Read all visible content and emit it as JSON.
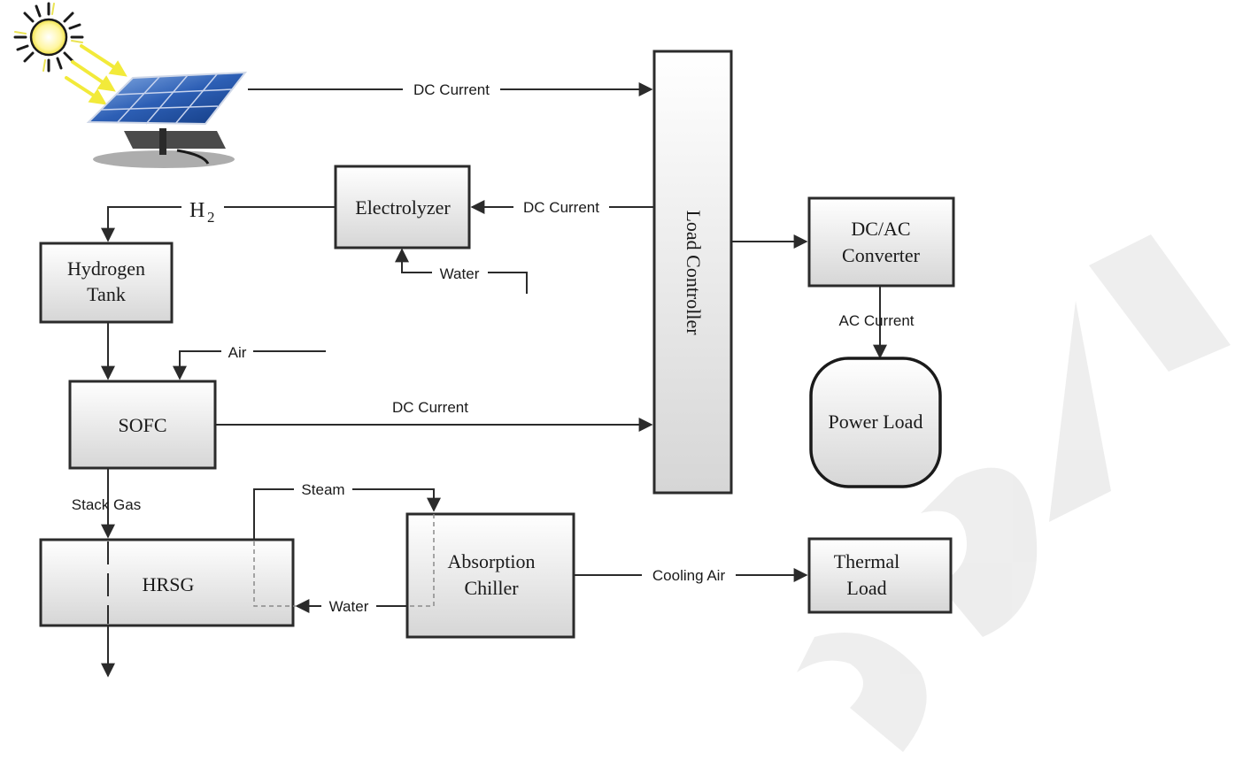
{
  "watermark": "ACCEPTED MANUSCRIPT",
  "blocks": {
    "electrolyzer": "Electrolyzer",
    "hydrogen_tank": [
      "Hydrogen",
      "Tank"
    ],
    "sofc": "SOFC",
    "load_controller": "Load Controller",
    "dcac_converter": [
      "DC/AC",
      "Converter"
    ],
    "power_load": "Power Load",
    "hrsg": "HRSG",
    "absorption_chiller": [
      "Absorption",
      "Chiller"
    ],
    "thermal_load": [
      "Thermal",
      "Load"
    ]
  },
  "labels": {
    "dc_current_pv": "DC Current",
    "dc_current_electrolyzer": "DC Current",
    "h2_main": "H",
    "h2_sub": "2",
    "water_electrolyzer": "Water",
    "air": "Air",
    "dc_current_sofc": "DC Current",
    "ac_current": "AC Current",
    "stack_gas": "Stack Gas",
    "steam": "Steam",
    "water_hrsg": "Water",
    "cooling_air": "Cooling Air"
  },
  "colors": {
    "line": "#2b2b2b",
    "box_fill_top": "#ffffff",
    "box_fill_bottom": "#d9d9d9",
    "watermark": "#e8e8e8"
  },
  "icons": {
    "sun": "sun-icon",
    "solar_panel": "solar-panel-icon"
  }
}
